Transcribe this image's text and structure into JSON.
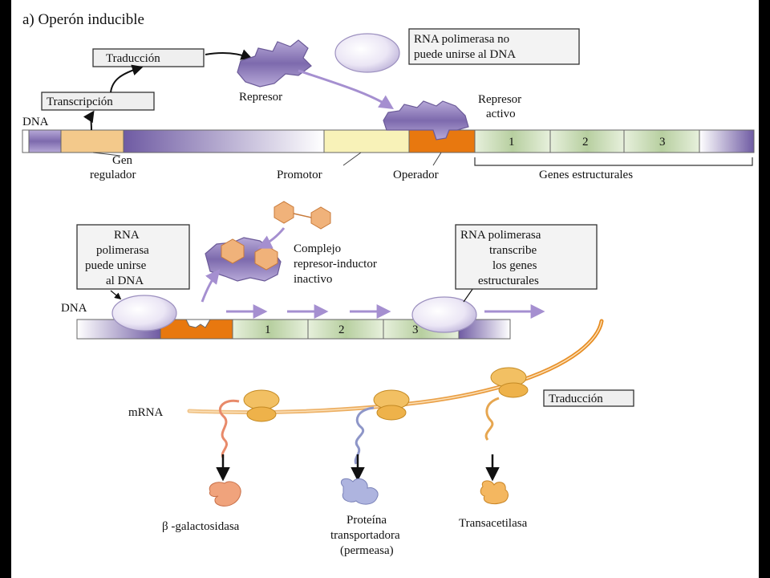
{
  "diagram": {
    "title": "a) Operón inducible",
    "top": {
      "dna_label": "DNA",
      "transcripcion": "Transcripción",
      "traduccion": "Traducción",
      "represor": "Represor",
      "rna_pol_no_line1": "RNA polimerasa no",
      "rna_pol_no_line2": "puede unirse al DNA",
      "represor_activo_line1": "Represor",
      "represor_activo_line2": "activo",
      "gen_regulador_line1": "Gen",
      "gen_regulador_line2": "regulador",
      "promotor": "Promotor",
      "operador": "Operador",
      "genes_estructurales": "Genes estructurales",
      "genes": [
        "1",
        "2",
        "3"
      ]
    },
    "bottom": {
      "dna_label": "DNA",
      "rna_pol_puede_line1": "RNA",
      "rna_pol_puede_line2": "polimerasa",
      "rna_pol_puede_line3": "puede unirse",
      "rna_pol_puede_line4": "al DNA",
      "complejo_line1": "Complejo",
      "complejo_line2": "represor-inductor",
      "complejo_line3": "inactivo",
      "rna_pol_transcribe_line1": "RNA polimerasa",
      "rna_pol_transcribe_line2": "transcribe",
      "rna_pol_transcribe_line3": "los genes",
      "rna_pol_transcribe_line4": "estructurales",
      "genes": [
        "1",
        "2",
        "3"
      ],
      "mrna": "mRNA",
      "traduccion": "Traducción"
    },
    "products": {
      "p1": "β -galactosidasa",
      "p2_line1": "Proteína",
      "p2_line2": "transportadora",
      "p2_line3": "(permeasa)",
      "p3": "Transacetilasa"
    },
    "colors": {
      "purple": "#8e7cb8",
      "light_purple": "#d9d2ec",
      "orange": "#e8780f",
      "tan": "#f3c98b",
      "yellow": "#f8f2b8",
      "green": "#d6e6c4",
      "mrna": "#e9a34e"
    }
  }
}
